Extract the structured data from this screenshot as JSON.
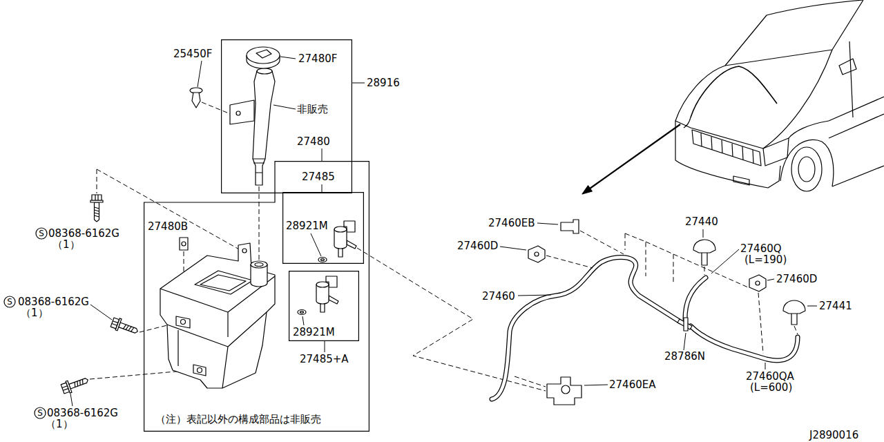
{
  "diagram": {
    "nodes": [
      {
        "text": [
          "28916",
          "27480F",
          "非販売"
        ]
      },
      {
        "text": [
          "27480",
          "27480B",
          "（注）表記以外の構成部品は非販売"
        ]
      },
      {
        "text": [
          "27485",
          "28921M"
        ],
        "in": 1
      },
      {
        "text": [
          "28921M",
          "27485+A"
        ],
        "in": 1
      }
    ],
    "labels": [
      "25450F",
      "S",
      "08368-6162G",
      "（1）",
      "S",
      "08368-6162G",
      "（1）",
      "S",
      "08368-6162G",
      "（1）",
      "27460EB",
      "27460D",
      "27440",
      "27460Q",
      "(L=190)",
      "27460D",
      "27460",
      "27441",
      "28786N",
      "27460QA",
      "(L=600)",
      "27460EA",
      "J2890016"
    ]
  }
}
